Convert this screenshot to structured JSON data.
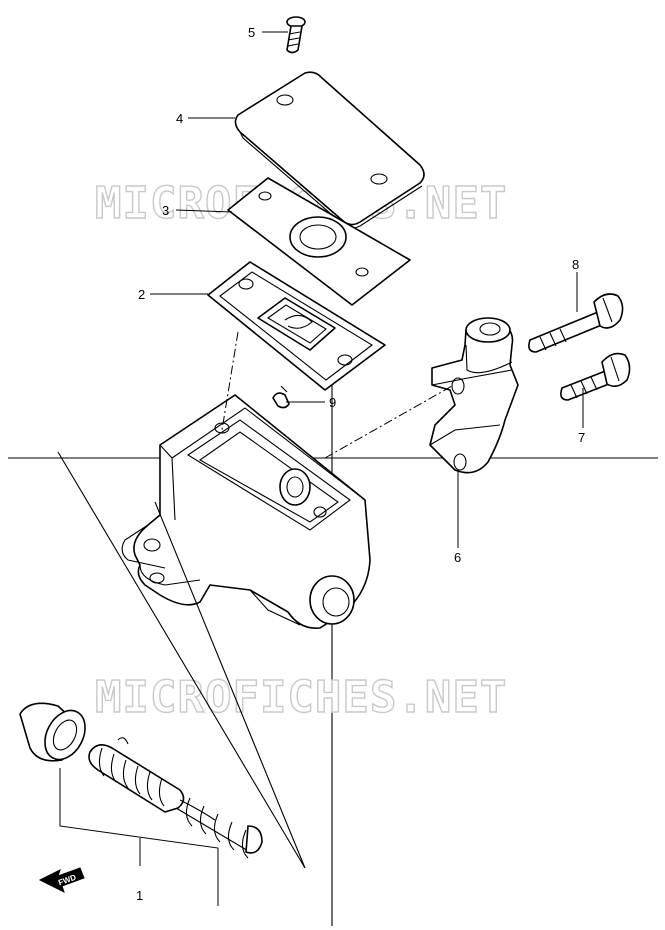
{
  "watermark": "MICROFICHES.NET",
  "direction_label": "FWD",
  "callouts": {
    "p1": "1",
    "p2": "2",
    "p3": "3",
    "p4": "4",
    "p5": "5",
    "p6": "6",
    "p7": "7",
    "p8": "8",
    "p9": "9"
  },
  "parts": [
    {
      "ref": "1",
      "name": "piston-set"
    },
    {
      "ref": "2",
      "name": "diaphragm"
    },
    {
      "ref": "3",
      "name": "plate"
    },
    {
      "ref": "4",
      "name": "reservoir-cap"
    },
    {
      "ref": "5",
      "name": "cap-screw"
    },
    {
      "ref": "6",
      "name": "holder-clamp"
    },
    {
      "ref": "7",
      "name": "bolt-short"
    },
    {
      "ref": "8",
      "name": "bolt-long"
    },
    {
      "ref": "9",
      "name": "clip"
    }
  ]
}
